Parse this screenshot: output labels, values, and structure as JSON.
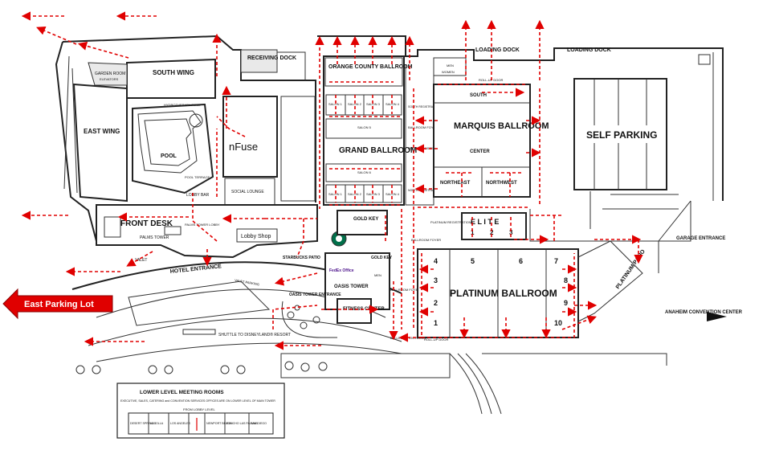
{
  "labels": {
    "south_wing": "SOUTH WING",
    "east_wing": "EAST WING",
    "garden_room": "GARDEN ROOM",
    "garden_room_elevators": "ELEVATORS",
    "pool": "POOL",
    "pool_terrace": "POOL TERRACE",
    "hydrotherapy_pool": "HYDROTHERAPY POOL",
    "receiving_dock": "RECEIVING DOCK",
    "nfuse": "nFuse",
    "social_lounge": "SOCIAL LOUNGE",
    "lobby_bar": "LOBBY BAR",
    "front_desk": "FRONT DESK",
    "palms_tower": "PALMS TOWER",
    "palms_tower_lobby": "PALMS TOWER LOBBY",
    "lobby_shop": "Lobby Shop",
    "valet": "VALET",
    "hotel_entrance": "HOTEL ENTRANCE",
    "valet_parking": "VALET PARKING",
    "starbucks_patio": "STARBUCKS PATIO",
    "oasis_tower_entrance": "OASIS TOWER ENTRANCE",
    "oasis_tower": "OASIS TOWER",
    "fitness_center": "FITNESS CENTER",
    "fedex_office": "FedEx Office",
    "gold_key": "GOLD KEY",
    "gold_key_1": "GOLD KEY",
    "orange_county_ballroom": "ORANGE COUNTY BALLROOM",
    "grand_ballroom": "GRAND BALLROOM",
    "ballroom_foyer": "BALLROOM FOYER",
    "ballroom_entrance": "BALLROOM ENTRANCE",
    "loading_dock_1": "LOADING DOCK",
    "loading_dock_2": "LOADING DOCK",
    "marquis_ballroom": "MARQUIS BALLROOM",
    "center": "CENTER",
    "south": "SOUTH",
    "northeast": "NORTHEAST",
    "northwest": "NORTHWEST",
    "south_registration": "SOUTH REGISTRATION COUNTER",
    "center_registration": "CENTER REGISTRATION COUNTER",
    "north_registration": "NORTH REGISTRATION COUNTER",
    "elite": "E L I T E",
    "platinum_registration": "PLATINUM REGISTRATION",
    "platinum_ballroom": "PLATINUM BALLROOM",
    "platinum_patio": "PLATINUM PATIO",
    "self_parking": "SELF PARKING",
    "garage_entrance": "GARAGE ENTRANCE",
    "anaheim_convention_center": "ANAHEIM CONVENTION CENTER",
    "shuttle": "SHUTTLE TO DISNEYLAND® RESORT",
    "east_parking_lot": "East Parking Lot",
    "men": "MEN",
    "women": "WOMEN",
    "roll_up_door": "ROLL-UP DOOR"
  },
  "salons_oc": [
    "SALON 1",
    "SALON 2",
    "SALON 3",
    "SALON 4"
  ],
  "salons_grand": [
    "SALON 1",
    "SALON 2",
    "SALON 3",
    "SALON 4"
  ],
  "salons_grand_mid": [
    "SALON 5",
    "SALON 6"
  ],
  "platinum_sections": [
    "1",
    "2",
    "3",
    "4",
    "5",
    "6",
    "7",
    "8",
    "9",
    "10"
  ],
  "elite_sections": [
    "1",
    "2",
    "3"
  ],
  "legend": {
    "title": "LOWER LEVEL MEETING ROOMS",
    "subtitle": "EXECUTIVE, SALES, CATERING and CONVENTION SERVICES OFFICES ARE ON LOWER LEVEL OF MAIN TOWER",
    "from_lobby": "FROM LOBBY LEVEL",
    "rooms": [
      "DESERT SPRINGS",
      "LA JOLLA",
      "LOS ANGELES",
      "",
      "NEWPORT BEACH",
      "RANCHO LAS PALMAS",
      "SAN DIEGO"
    ]
  },
  "colors": {
    "evac_route": "#e00000",
    "exit_arrow": "#e00000"
  }
}
